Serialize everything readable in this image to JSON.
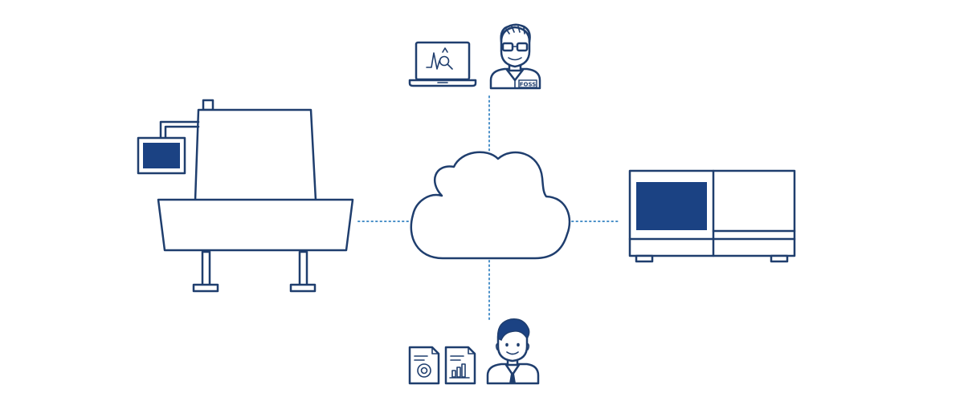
{
  "colors": {
    "navy": "#1f3e6e",
    "screen_fill": "#1b4283",
    "link_dots": "#4a90c8",
    "background": "#ffffff"
  },
  "nodes": {
    "production_machine": {
      "icon": "processing-machine-icon"
    },
    "cloud": {
      "icon": "cloud-icon"
    },
    "analyzer": {
      "icon": "lab-analyzer-icon"
    },
    "remote_expert": {
      "icon": "expert-with-glasses-icon",
      "laptop_icon": "laptop-spectrum-icon",
      "shirt_logo": "FOSS"
    },
    "local_user": {
      "icon": "businessman-icon",
      "document_icons": [
        "report-pie-chart-icon",
        "report-bar-chart-icon"
      ]
    }
  },
  "connections": [
    "machine-to-cloud",
    "analyzer-to-cloud",
    "expert-to-cloud",
    "user-to-cloud"
  ]
}
